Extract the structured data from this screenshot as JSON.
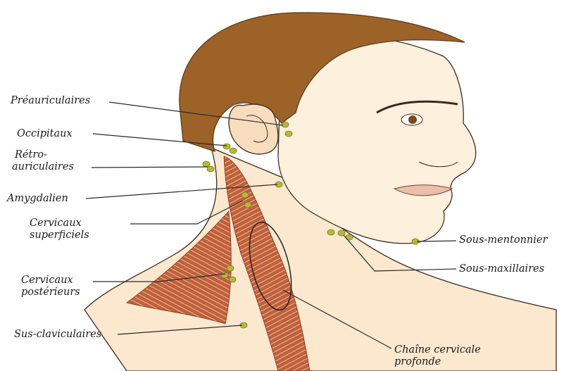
{
  "labels": {
    "preauriculaires": "Préauriculaires",
    "occipitaux": "Occipitaux",
    "retro_line1": "Rétro-",
    "retro_line2": "auriculaires",
    "amygdalien": "Amygdalien",
    "cervicaux_sup_line1": "Cervicaux",
    "cervicaux_sup_line2": "superficiels",
    "cervicaux_post_line1": "Cervicaux",
    "cervicaux_post_line2": "postérieurs",
    "sus_claviculaires": "Sus-claviculaires",
    "sous_mentonnier": "Sous-mentonnier",
    "sous_maxillaires": "Sous-maxillaires",
    "chaine_line1": "Chaîne cervicale",
    "chaine_line2": "profonde"
  },
  "colors": {
    "hair": "#9c6228",
    "skin": "#fbe8cf",
    "muscle": "#c0603a",
    "node": "#b6b83a",
    "line": "#2a2a2a"
  }
}
